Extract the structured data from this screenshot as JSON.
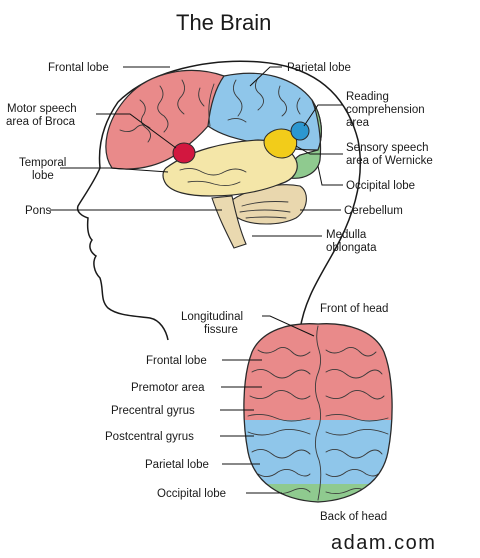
{
  "title": "The Brain",
  "credit": "adam.com",
  "colors": {
    "frontal": "#e98a8a",
    "parietal": "#8fc6ea",
    "temporal": "#f4e6a8",
    "occipital": "#8fca8f",
    "broca": "#d2173f",
    "wernicke": "#f2cc1a",
    "reading": "#2c97d0",
    "cerebellum": "#e9d7ae",
    "stem": "#ead9b0"
  },
  "side_view": {
    "labels": {
      "frontal": "Frontal lobe",
      "parietal": "Parietal lobe",
      "broca": [
        "Motor speech",
        "area of Broca"
      ],
      "reading": [
        "Reading",
        "comprehension",
        "area"
      ],
      "temporal": [
        "Temporal",
        "lobe"
      ],
      "wernicke": [
        "Sensory speech",
        "area of Wernicke"
      ],
      "occipital": "Occipital lobe",
      "pons": "Pons",
      "cerebellum": "Cerebellum",
      "medulla": [
        "Medulla",
        "oblongata"
      ]
    }
  },
  "top_view": {
    "labels": {
      "fissure": [
        "Longitudinal",
        "fissure"
      ],
      "front": "Front of head",
      "frontal": "Frontal lobe",
      "premotor": "Premotor area",
      "precentral": "Precentral gyrus",
      "postcentral": "Postcentral gyrus",
      "parietal": "Parietal lobe",
      "occipital": "Occipital lobe",
      "back": "Back of head"
    }
  }
}
